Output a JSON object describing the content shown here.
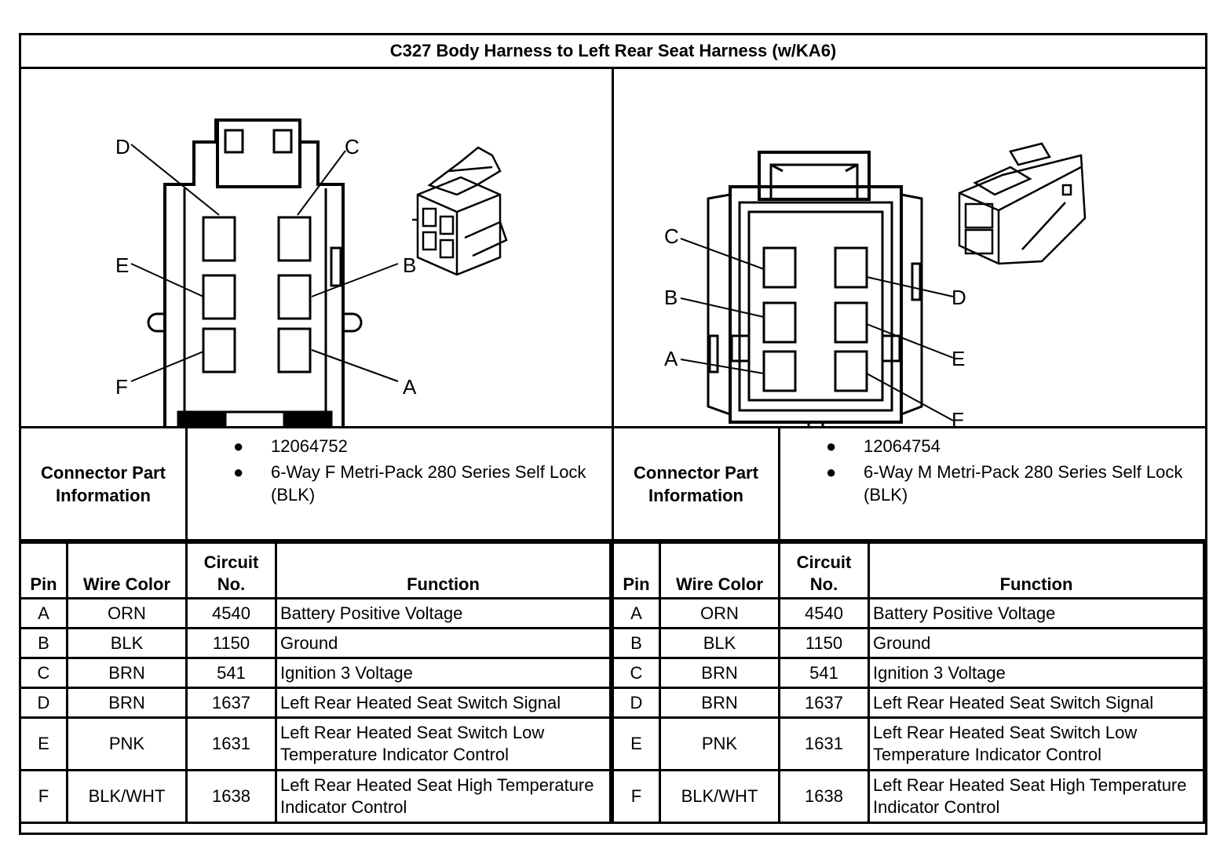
{
  "title": "C327 Body Harness to Left Rear Seat Harness (w/KA6)",
  "left": {
    "pin_labels": [
      "D",
      "C",
      "E",
      "B",
      "F",
      "A"
    ],
    "info_label": "Connector Part\nInformation",
    "info_items": [
      "12064752",
      "6-Way F Metri-Pack 280 Series Self Lock (BLK)"
    ],
    "headers": {
      "pin": "Pin",
      "wire_color": "Wire Color",
      "circuit": "Circuit No.",
      "function": "Function"
    },
    "rows": [
      {
        "pin": "A",
        "color": "ORN",
        "circuit": "4540",
        "function": "Battery Positive Voltage"
      },
      {
        "pin": "B",
        "color": "BLK",
        "circuit": "1150",
        "function": "Ground"
      },
      {
        "pin": "C",
        "color": "BRN",
        "circuit": "541",
        "function": "Ignition 3 Voltage"
      },
      {
        "pin": "D",
        "color": "BRN",
        "circuit": "1637",
        "function": "Left Rear Heated Seat Switch Signal"
      },
      {
        "pin": "E",
        "color": "PNK",
        "circuit": "1631",
        "function": "Left Rear Heated Seat Switch Low Temperature Indicator Control"
      },
      {
        "pin": "F",
        "color": "BLK/WHT",
        "circuit": "1638",
        "function": "Left Rear Heated Seat High Temperature Indicator Control"
      }
    ]
  },
  "right": {
    "pin_labels": [
      "C",
      "D",
      "B",
      "E",
      "A",
      "F"
    ],
    "info_label": "Connector Part\nInformation",
    "info_items": [
      "12064754",
      "6-Way M Metri-Pack 280 Series Self Lock (BLK)"
    ],
    "headers": {
      "pin": "Pin",
      "wire_color": "Wire Color",
      "circuit": "Circuit No.",
      "function": "Function"
    },
    "rows": [
      {
        "pin": "A",
        "color": "ORN",
        "circuit": "4540",
        "function": "Battery Positive Voltage"
      },
      {
        "pin": "B",
        "color": "BLK",
        "circuit": "1150",
        "function": "Ground"
      },
      {
        "pin": "C",
        "color": "BRN",
        "circuit": "541",
        "function": "Ignition 3 Voltage"
      },
      {
        "pin": "D",
        "color": "BRN",
        "circuit": "1637",
        "function": "Left Rear Heated Seat Switch Signal"
      },
      {
        "pin": "E",
        "color": "PNK",
        "circuit": "1631",
        "function": "Left Rear Heated Seat Switch Low Temperature Indicator Control"
      },
      {
        "pin": "F",
        "color": "BLK/WHT",
        "circuit": "1638",
        "function": "Left Rear Heated Seat High Temperature Indicator Control"
      }
    ]
  }
}
